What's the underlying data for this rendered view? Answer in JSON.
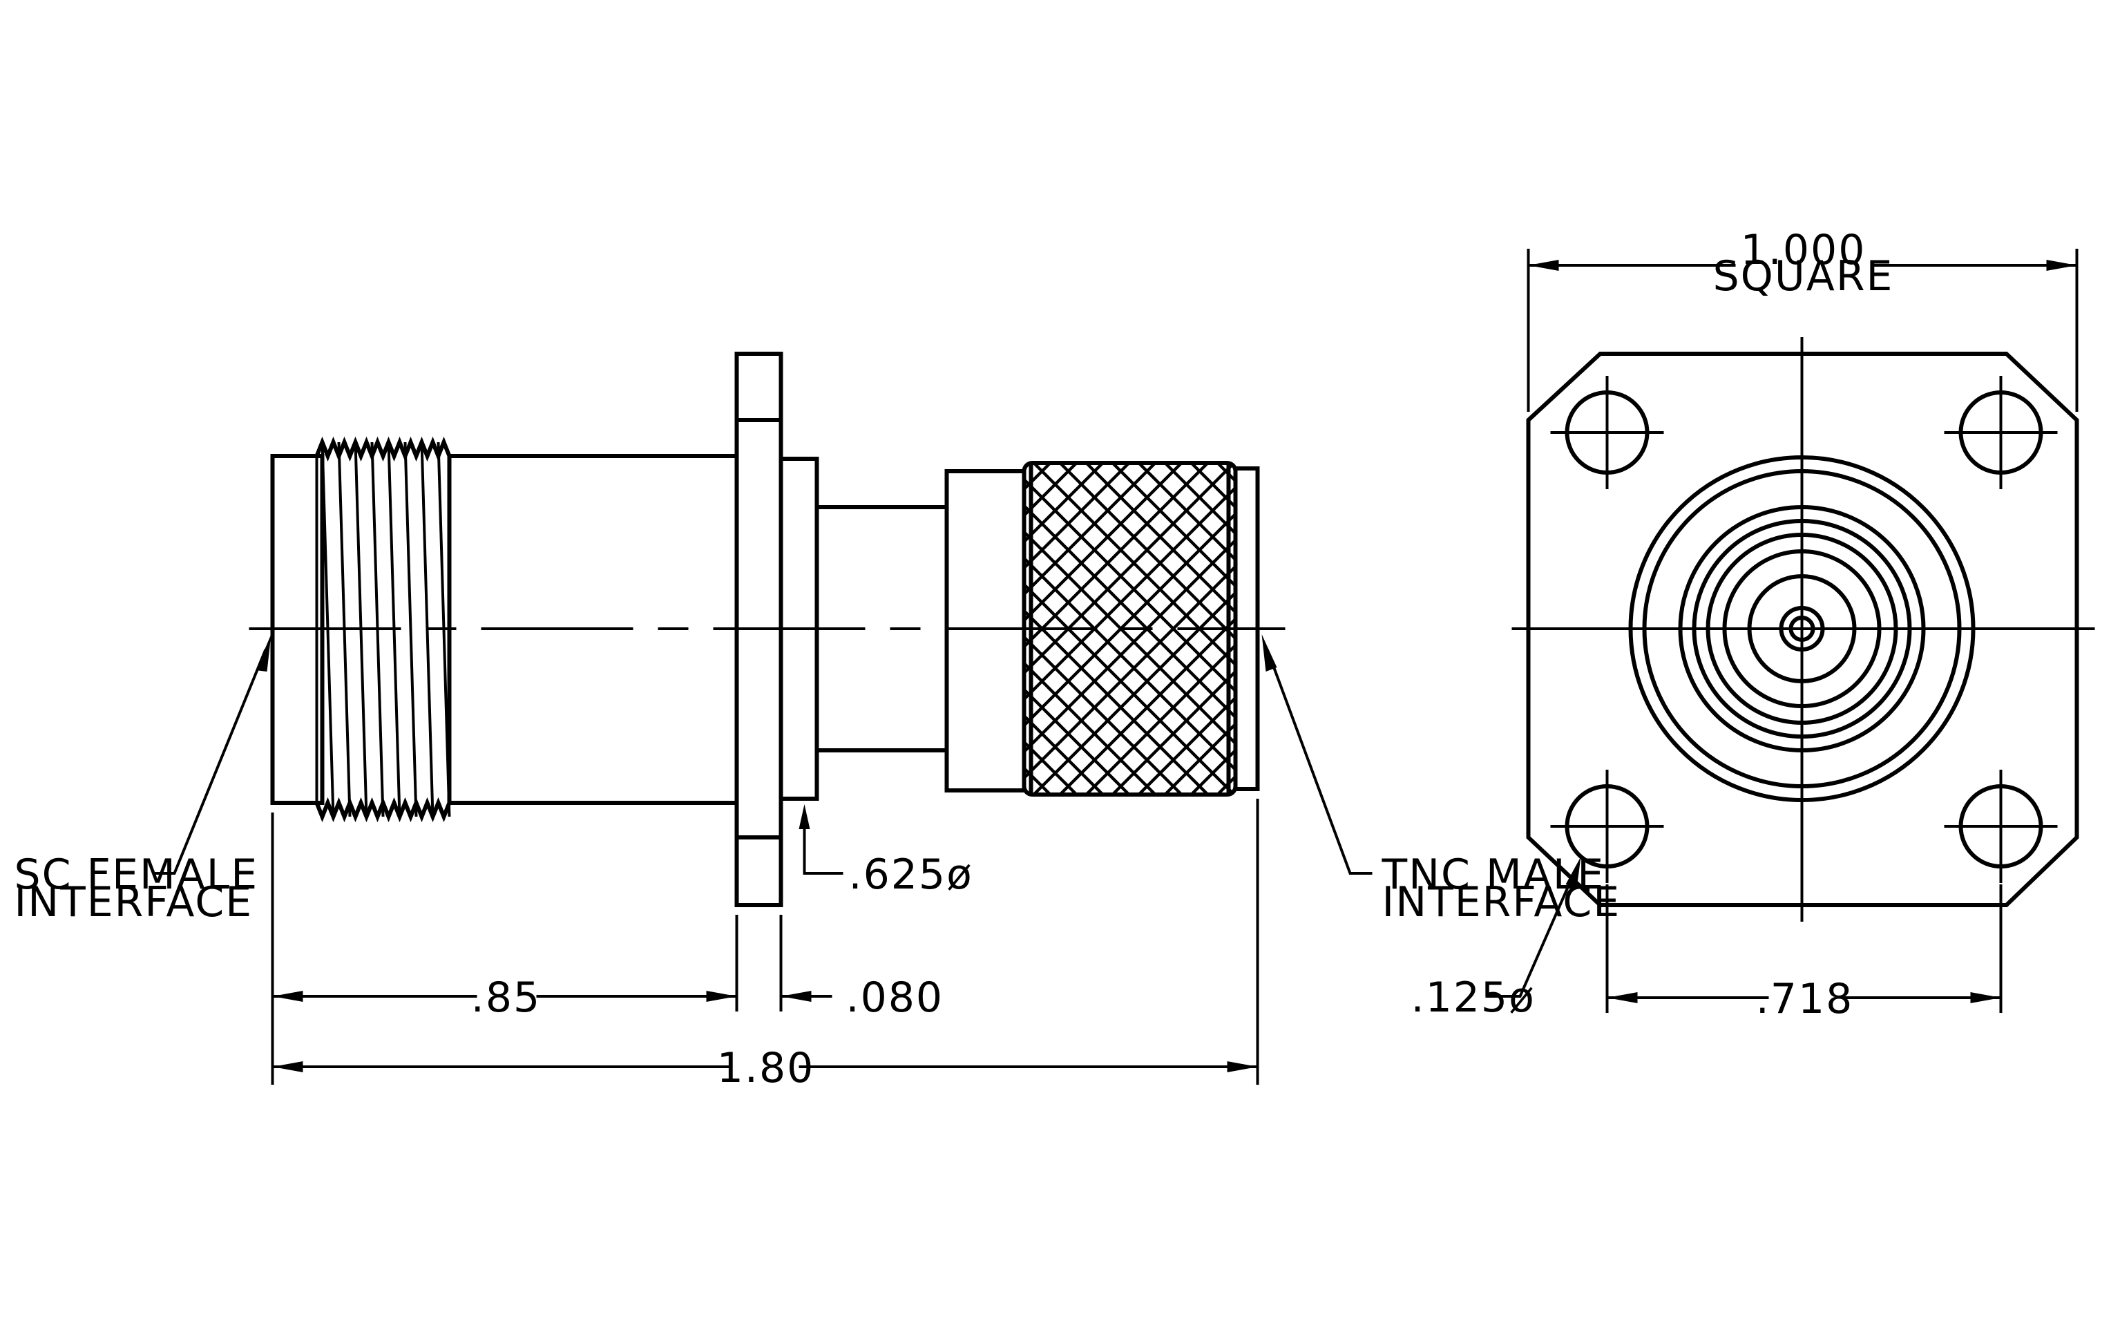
{
  "labels": {
    "left_interface_line1": "SC FEMALE",
    "left_interface_line2": "INTERFACE",
    "right_interface_line1": "TNC MALE",
    "right_interface_line2": "INTERFACE",
    "flange_diameter": ".625ø",
    "hole_diameter": ".125ø",
    "flange_square_line1": "1.000",
    "flange_square_line2": "SQUARE"
  },
  "dimensions": {
    "body_length": ".85",
    "flange_thickness": ".080",
    "overall_length": "1.80",
    "hole_spacing": ".718"
  }
}
